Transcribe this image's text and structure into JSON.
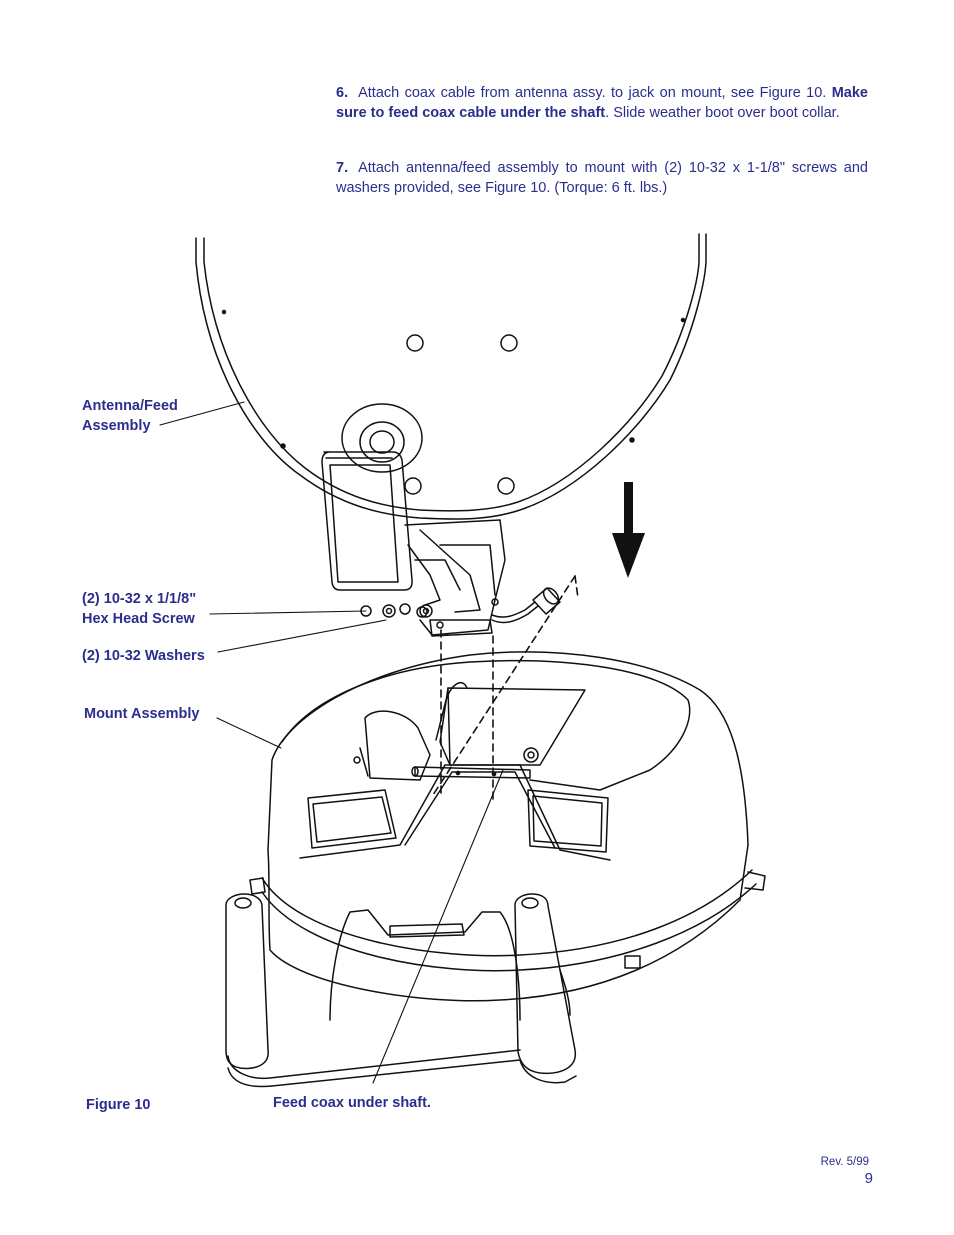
{
  "steps": [
    {
      "number": "6.",
      "text_before": "Attach coax cable from antenna assy. to jack on mount, see Figure 10.",
      "emphasis": "Make sure to feed coax cable under the shaft",
      "text_after": ". Slide weather boot over boot collar."
    },
    {
      "number": "7.",
      "text": "Attach antenna/feed assembly to mount with (2) 10-32 x 1-1/8\" screws and washers provided, see Figure 10. (Torque: 6 ft. lbs.)"
    }
  ],
  "labels": {
    "antenna_line1": "Antenna/Feed",
    "antenna_line2": "Assembly",
    "screw_line1": "(2) 10-32 x 1/1/8\"",
    "screw_line2": "Hex Head Screw",
    "washers": "(2) 10-32 Washers",
    "mount": "Mount Assembly",
    "figure": "Figure 10",
    "feed_coax": "Feed coax under shaft."
  },
  "footer": {
    "revision": "Rev. 5/99",
    "page_number": "9"
  },
  "colors": {
    "text": "#2b2e8c",
    "line_art": "#111111"
  }
}
